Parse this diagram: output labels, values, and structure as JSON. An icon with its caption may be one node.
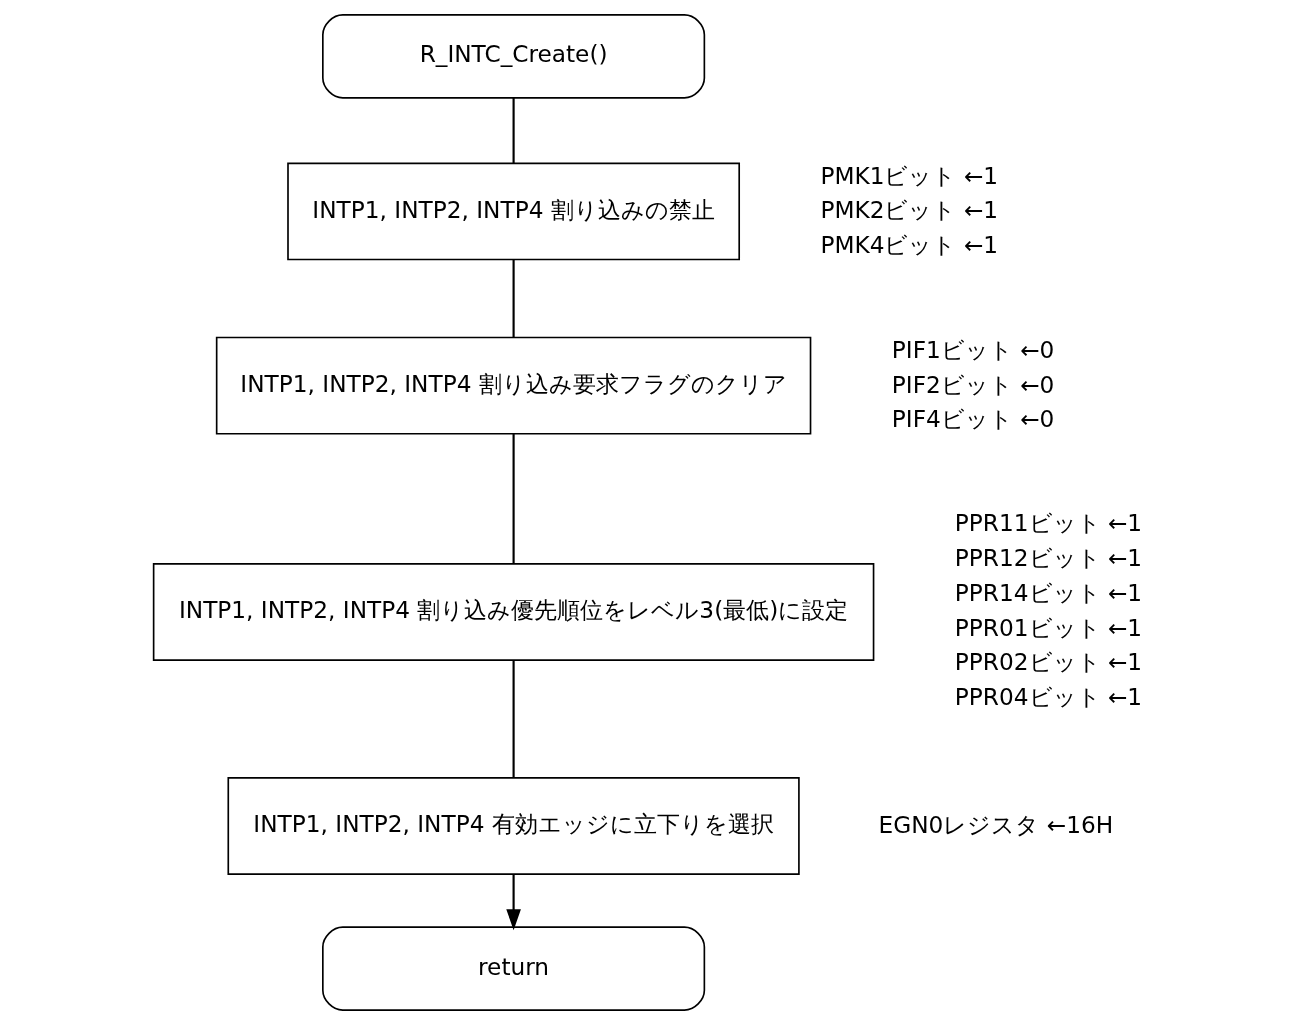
{
  "diagram": {
    "nodes": [
      {
        "text": [
          "R_INTC_Create()"
        ]
      },
      {
        "text": [
          "INTP1, INTP2, INTP4 割り込みの禁止"
        ],
        "beside": [
          "PMK1ビット ←1",
          "PMK2ビット ←1",
          "PMK4ビット ←1"
        ]
      },
      {
        "text": [
          "INTP1, INTP2, INTP4 割り込み要求フラグのクリア"
        ],
        "beside": [
          "PIF1ビット ←0",
          "PIF2ビット ←0",
          "PIF4ビット ←0"
        ]
      },
      {
        "text": [
          "INTP1, INTP2, INTP4 割り込み優先順位をレベル3(最低)に設定"
        ],
        "beside": [
          "PPR11ビット ←1",
          "PPR12ビット ←1",
          "PPR14ビット ←1",
          "PPR01ビット ←1",
          "PPR02ビット ←1",
          "PPR04ビット ←1"
        ]
      },
      {
        "text": [
          "INTP1, INTP2, INTP4 有効エッジに立下りを選択"
        ],
        "beside": [
          "EGN0レジスタ ←16H"
        ]
      },
      {
        "text": [
          "return"
        ]
      }
    ],
    "edges": [
      {
        "from": 0,
        "to": 1,
        "arrow": "none"
      },
      {
        "from": 1,
        "to": 2,
        "arrow": "none"
      },
      {
        "from": 2,
        "to": 3,
        "arrow": "none"
      },
      {
        "from": 3,
        "to": 4,
        "arrow": "none"
      },
      {
        "from": 4,
        "to": 5,
        "arrow": "to"
      }
    ]
  }
}
